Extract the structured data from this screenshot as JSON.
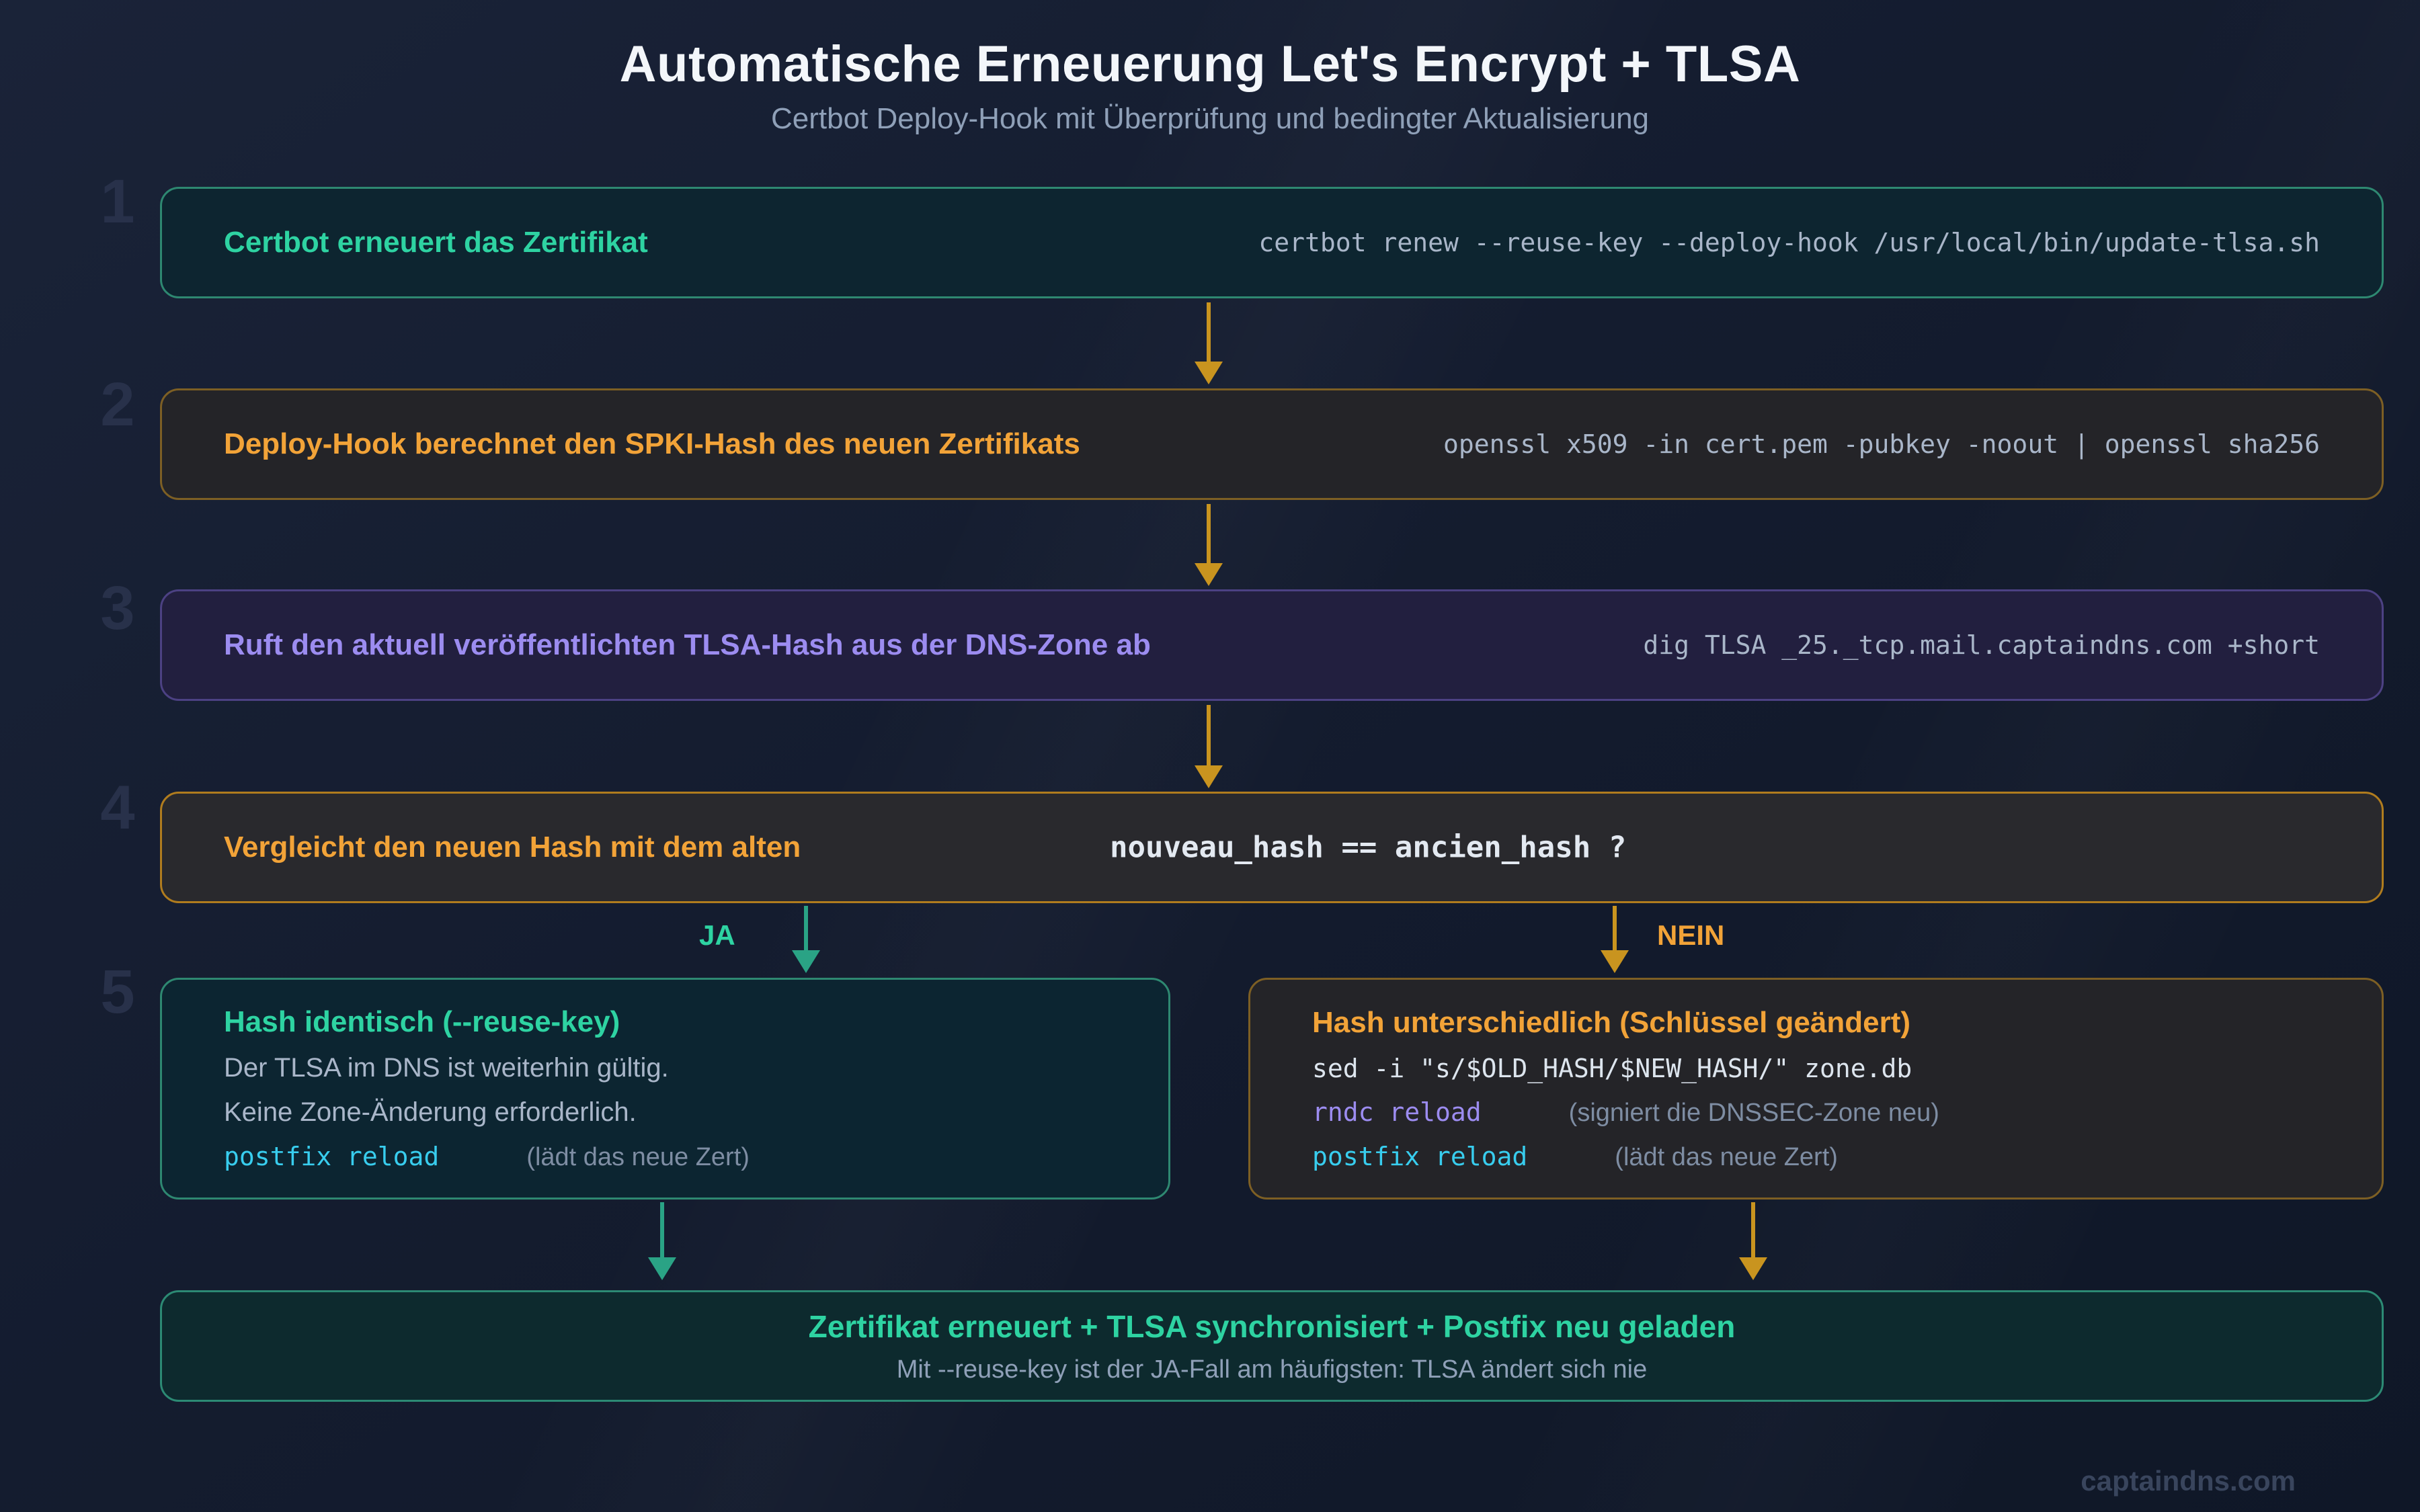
{
  "header": {
    "title": "Automatische Erneuerung Let's Encrypt + TLSA",
    "subtitle": "Certbot Deploy-Hook mit Überprüfung und bedingter Aktualisierung"
  },
  "steps": [
    {
      "num": "1",
      "label": "Certbot erneuert das Zertifikat",
      "command": "certbot renew --reuse-key --deploy-hook /usr/local/bin/update-tlsa.sh"
    },
    {
      "num": "2",
      "label": "Deploy-Hook berechnet den SPKI-Hash des neuen Zertifikats",
      "command": "openssl x509 -in cert.pem -pubkey -noout | openssl sha256"
    },
    {
      "num": "3",
      "label": "Ruft den aktuell veröffentlichten TLSA-Hash aus der DNS-Zone ab",
      "command": "dig TLSA _25._tcp.mail.captaindns.com +short"
    },
    {
      "num": "4",
      "label": "Vergleicht den neuen Hash mit dem alten",
      "command": "nouveau_hash == ancien_hash ?"
    }
  ],
  "branch": {
    "step_num": "5",
    "yes_label": "JA",
    "no_label": "NEIN",
    "left": {
      "title": "Hash identisch (--reuse-key)",
      "line1": "Der TLSA im DNS ist weiterhin gültig.",
      "line2": "Keine Zone-Änderung erforderlich.",
      "cmd": "postfix reload",
      "cmd_note": "(lädt das neue Zert)"
    },
    "right": {
      "title": "Hash unterschiedlich (Schlüssel geändert)",
      "cmd1": "sed -i \"s/$OLD_HASH/$NEW_HASH/\" zone.db",
      "cmd2": "rndc reload",
      "cmd2_note": "(signiert die DNSSEC-Zone neu)",
      "cmd3": "postfix reload",
      "cmd3_note": "(lädt das neue Zert)"
    }
  },
  "result": {
    "title": "Zertifikat erneuert + TLSA synchronisiert + Postfix neu geladen",
    "subtitle": "Mit --reuse-key ist der JA-Fall am häufigsten: TLSA ändert sich nie"
  },
  "footer": {
    "watermark": "captaindns.com"
  },
  "colors": {
    "green": "#2ed3a2",
    "orange": "#f2a338",
    "purple": "#9c8cf0",
    "cyan": "#38cdee",
    "arrow-green": "#2aa385",
    "arrow-orange": "#c9941f",
    "muted": "#8fa0b8"
  }
}
